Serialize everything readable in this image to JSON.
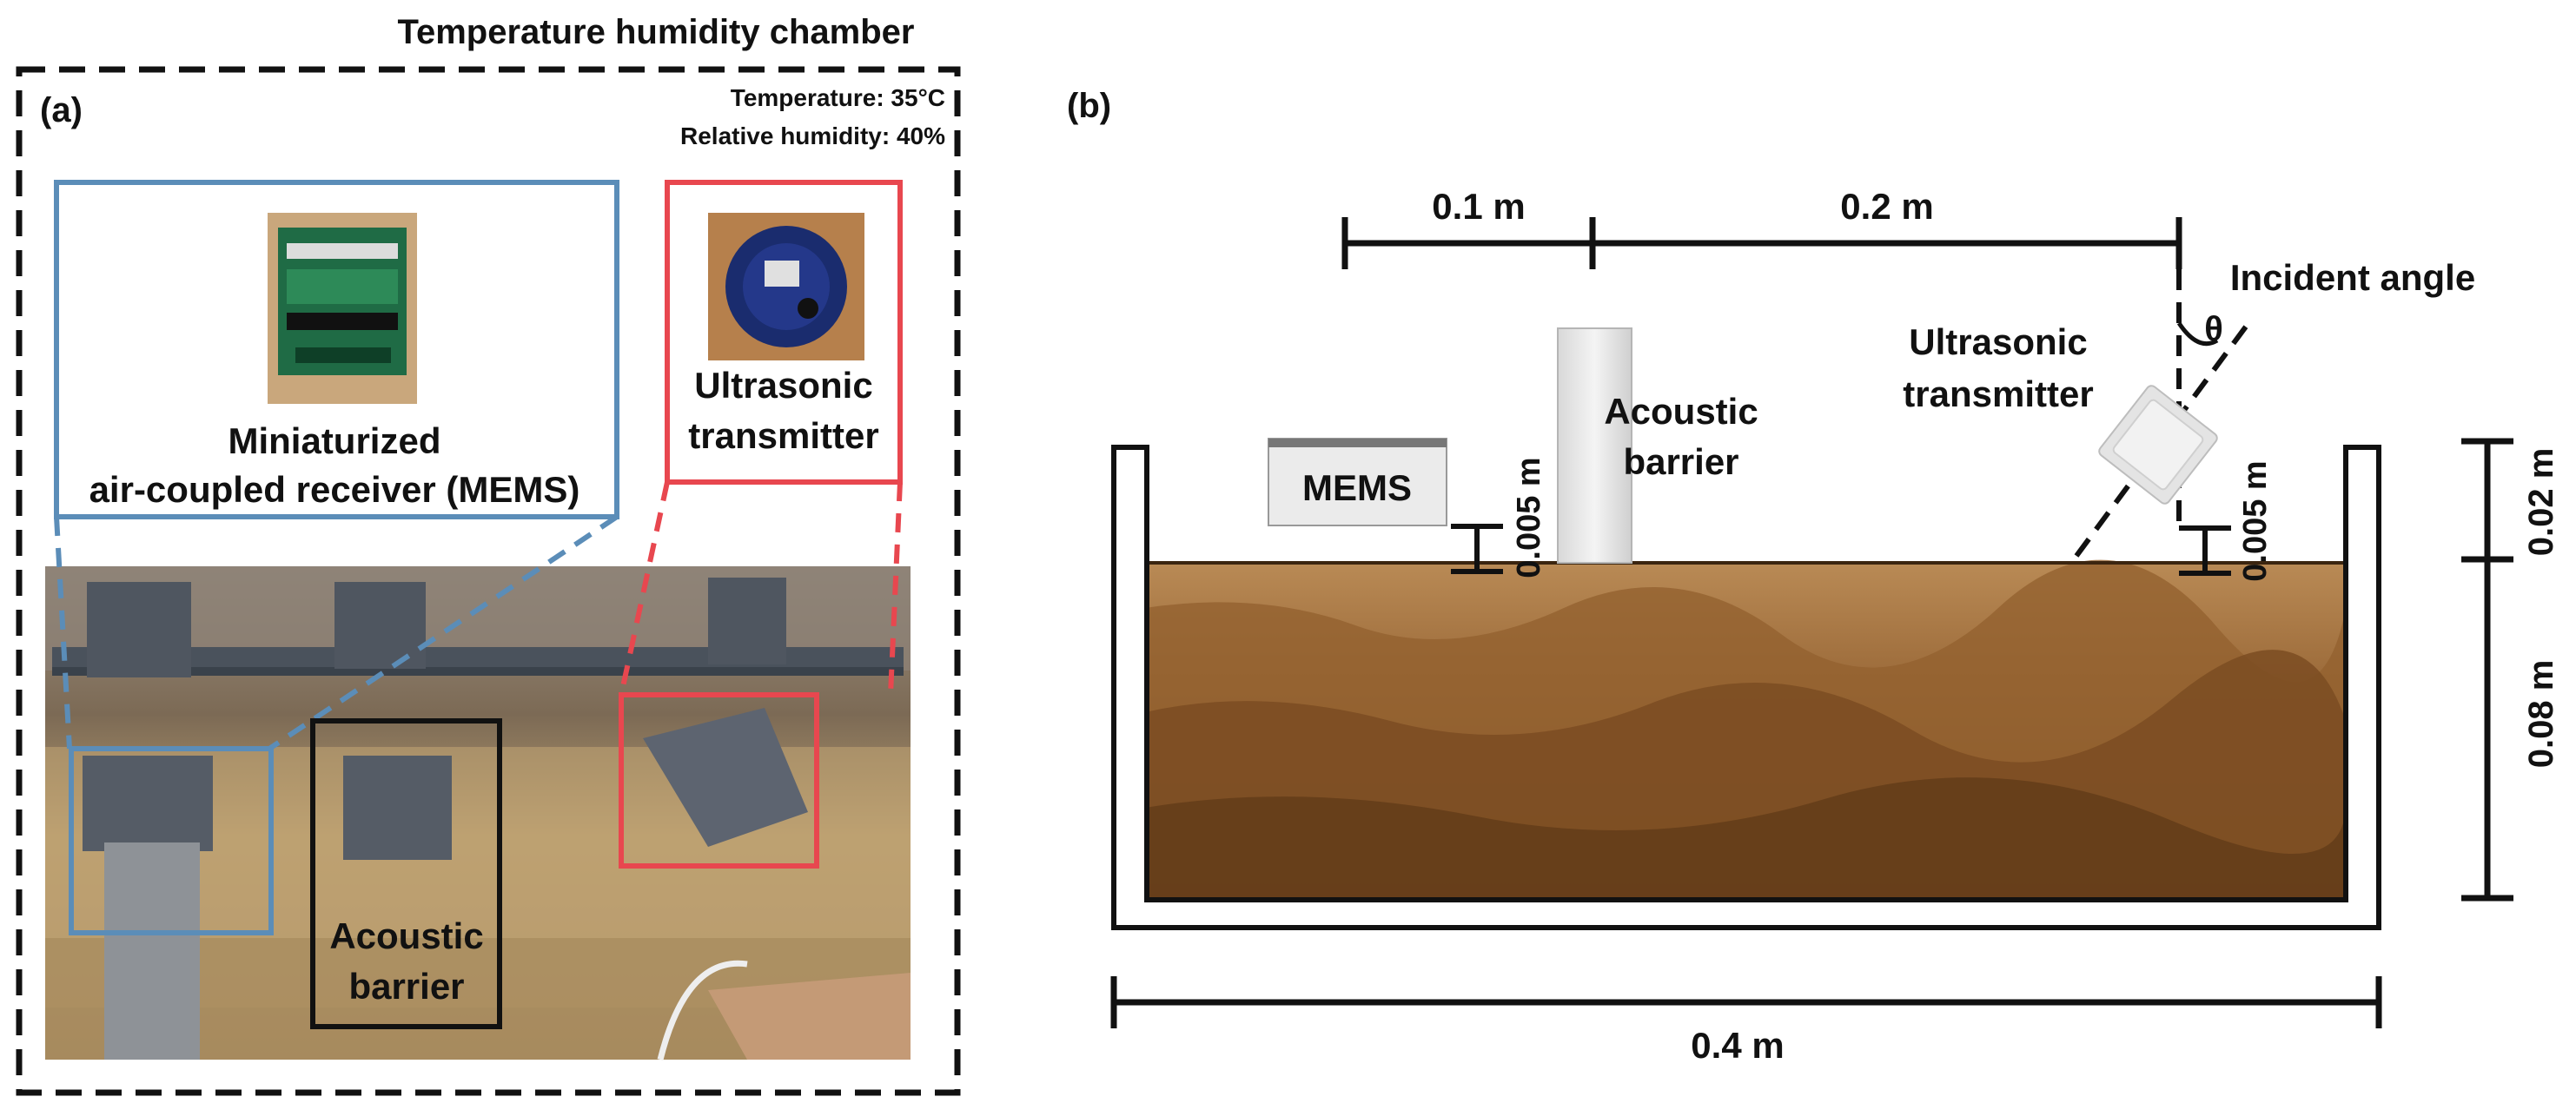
{
  "panel_a": {
    "chamber_title": "Temperature humidity chamber",
    "panel_label": "(a)",
    "temperature": "Temperature: 35°C",
    "humidity": "Relative humidity: 40%",
    "receiver_label_line1": "Miniaturized",
    "receiver_label_line2": "air-coupled receiver (MEMS)",
    "transmitter_label_line1": "Ultrasonic",
    "transmitter_label_line2": "transmitter",
    "barrier_label_line1": "Acoustic",
    "barrier_label_line2": "barrier",
    "colors": {
      "receiver_box": "#5b8db8",
      "transmitter_box": "#e8474f",
      "barrier_box": "#111111"
    }
  },
  "panel_b": {
    "panel_label": "(b)",
    "dim_mems_barrier": "0.1 m",
    "dim_barrier_transmitter": "0.2 m",
    "incident_angle": "Incident angle",
    "theta": "θ",
    "transmitter_line1": "Ultrasonic",
    "transmitter_line2": "transmitter",
    "barrier_line1": "Acoustic",
    "barrier_line2": "barrier",
    "mems": "MEMS",
    "height_receiver": "0.005 m",
    "height_transmitter": "0.005 m",
    "dim_top": "0.02 m",
    "dim_soil": "0.08 m",
    "dim_width": "0.4 m",
    "colors": {
      "soil_top": "#a57745",
      "soil_mid": "#8b5a2b",
      "soil_bottom": "#6e4520",
      "container": "#111111"
    }
  }
}
